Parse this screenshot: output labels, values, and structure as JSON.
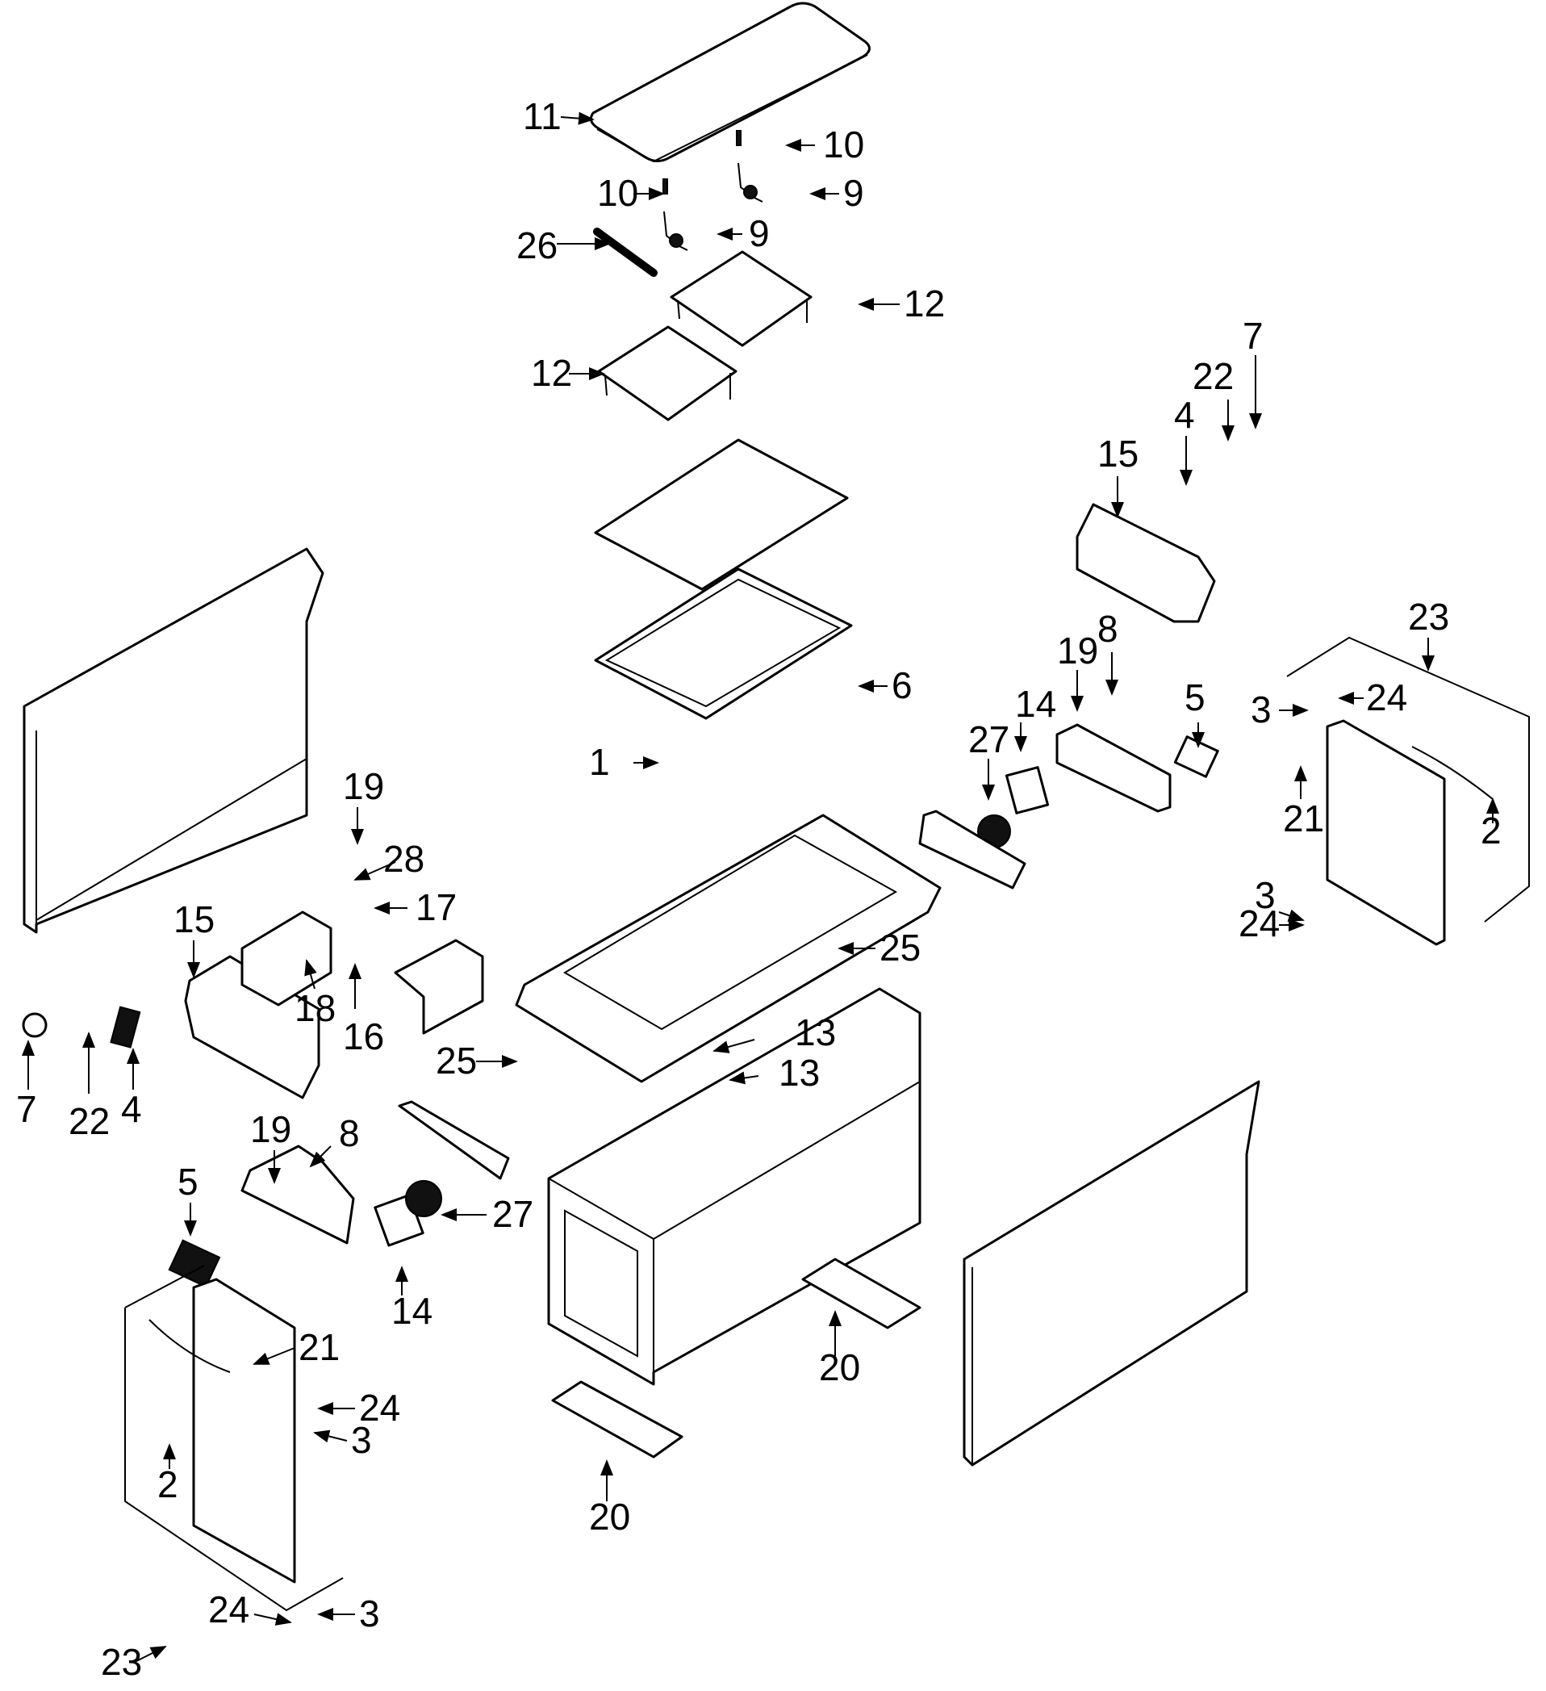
{
  "diagram": {
    "title": "Exploded parts diagram",
    "callouts": [
      {
        "id": "c11a",
        "text": "11"
      },
      {
        "id": "c10a",
        "text": "10"
      },
      {
        "id": "c10b",
        "text": "10"
      },
      {
        "id": "c9a",
        "text": "9"
      },
      {
        "id": "c9b",
        "text": "9"
      },
      {
        "id": "c26",
        "text": "26"
      },
      {
        "id": "c12a",
        "text": "12"
      },
      {
        "id": "c12b",
        "text": "12"
      },
      {
        "id": "c7a",
        "text": "7"
      },
      {
        "id": "c22a",
        "text": "22"
      },
      {
        "id": "c4a",
        "text": "4"
      },
      {
        "id": "c15a",
        "text": "15"
      },
      {
        "id": "c23a",
        "text": "23"
      },
      {
        "id": "c8a",
        "text": "8"
      },
      {
        "id": "c19a",
        "text": "19"
      },
      {
        "id": "c14a",
        "text": "14"
      },
      {
        "id": "c27a",
        "text": "27"
      },
      {
        "id": "c5a",
        "text": "5"
      },
      {
        "id": "c6",
        "text": "6"
      },
      {
        "id": "c1",
        "text": "1"
      },
      {
        "id": "c3a",
        "text": "3"
      },
      {
        "id": "c24a",
        "text": "24"
      },
      {
        "id": "c21a",
        "text": "21"
      },
      {
        "id": "c2a",
        "text": "2"
      },
      {
        "id": "c3b",
        "text": "3"
      },
      {
        "id": "c24b",
        "text": "24"
      },
      {
        "id": "c19b",
        "text": "19"
      },
      {
        "id": "c28",
        "text": "28"
      },
      {
        "id": "c17",
        "text": "17"
      },
      {
        "id": "c15b",
        "text": "15"
      },
      {
        "id": "c18",
        "text": "18"
      },
      {
        "id": "c16",
        "text": "16"
      },
      {
        "id": "c25a",
        "text": "25"
      },
      {
        "id": "c25b",
        "text": "25"
      },
      {
        "id": "c13a",
        "text": "13"
      },
      {
        "id": "c13b",
        "text": "13"
      },
      {
        "id": "c7b",
        "text": "7"
      },
      {
        "id": "c22b",
        "text": "22"
      },
      {
        "id": "c4b",
        "text": "4"
      },
      {
        "id": "c19c",
        "text": "19"
      },
      {
        "id": "c8b",
        "text": "8"
      },
      {
        "id": "c27b",
        "text": "27"
      },
      {
        "id": "c5b",
        "text": "5"
      },
      {
        "id": "c14b",
        "text": "14"
      },
      {
        "id": "c20a",
        "text": "20"
      },
      {
        "id": "c21b",
        "text": "21"
      },
      {
        "id": "c24c",
        "text": "24"
      },
      {
        "id": "c3c",
        "text": "3"
      },
      {
        "id": "c2b",
        "text": "2"
      },
      {
        "id": "c24d",
        "text": "24"
      },
      {
        "id": "c3d",
        "text": "3"
      },
      {
        "id": "c23b",
        "text": "23"
      },
      {
        "id": "c20b",
        "text": "20"
      }
    ]
  }
}
